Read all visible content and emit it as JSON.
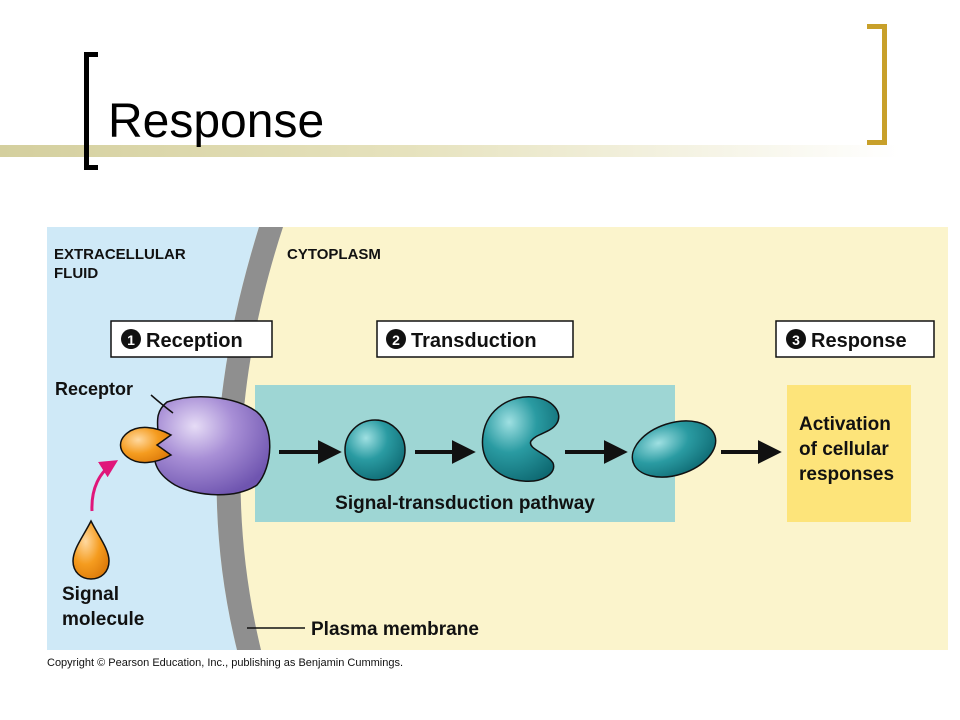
{
  "slide": {
    "title": "Response",
    "accent_color": "#c8a02a"
  },
  "diagram": {
    "region_left": "EXTRACELLULAR",
    "region_left_2": "FLUID",
    "region_right": "CYTOPLASM",
    "steps": [
      {
        "number": "1",
        "label": "Reception"
      },
      {
        "number": "2",
        "label": "Transduction"
      },
      {
        "number": "3",
        "label": "Response"
      }
    ],
    "receptor_label": "Receptor",
    "signal_label_1": "Signal",
    "signal_label_2": "molecule",
    "membrane_label": "Plasma membrane",
    "pathway_label": "Signal-transduction pathway",
    "response_lines": [
      "Activation",
      "of cellular",
      "responses"
    ],
    "colors": {
      "extracellular": "#cfe9f7",
      "cytoplasm": "#fbf4cc",
      "membrane": "#8f8f8f",
      "pathway_box": "#9ed6d4",
      "response_box": "#fde47a",
      "receptor": "#9b7fd0",
      "signal": "#f59c1f",
      "relay": "#1e8f96",
      "arrow_magenta": "#e0167a"
    }
  },
  "footer": {
    "copyright": "Copyright © Pearson Education, Inc., publishing as Benjamin Cummings."
  }
}
